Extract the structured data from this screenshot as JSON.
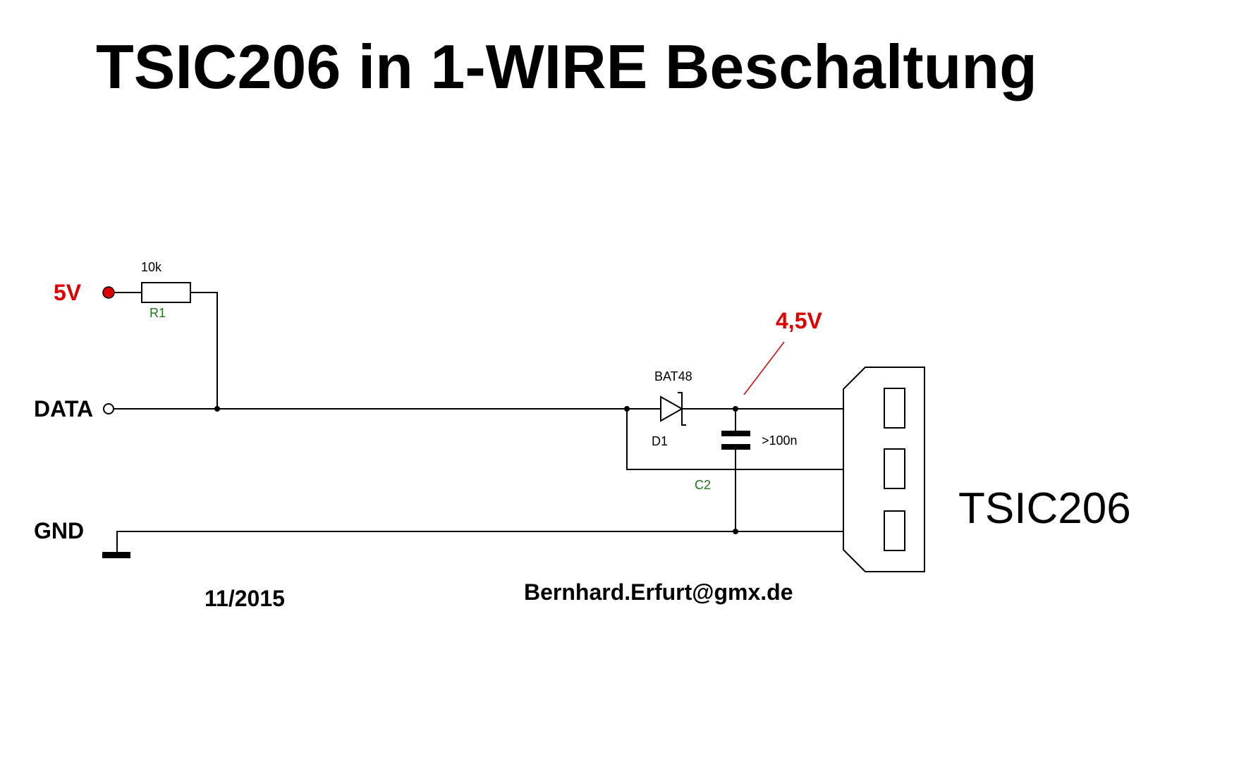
{
  "title": "TSIC206 in 1-WIRE Beschaltung",
  "labels": {
    "supply": "5V",
    "data": "DATA",
    "gnd": "GND",
    "node_voltage": "4,5V",
    "sensor": "TSIC206",
    "date": "11/2015",
    "email": "Bernhard.Erfurt@gmx.de"
  },
  "components": {
    "r1": {
      "value": "10k",
      "ref": "R1"
    },
    "d1": {
      "value": "BAT48",
      "ref": "D1"
    },
    "c2": {
      "value": ">100n",
      "ref": "C2"
    }
  },
  "colors": {
    "voltage_label": "#e00000",
    "supply_terminal": "#e00000",
    "ref_designator": "#1a7a1a",
    "wire": "#000000"
  }
}
